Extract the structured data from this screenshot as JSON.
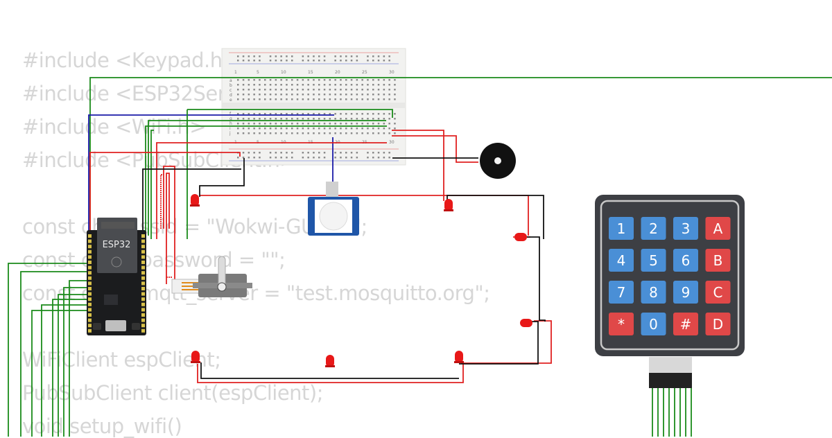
{
  "code_lines": [
    "#include <Keypad.h>",
    "#include <ESP32Servo.h>",
    "#include <WiFi.h>",
    "#include <PubSubClient.h>",
    "",
    "const char* ssid = \"Wokwi-GUEST\";",
    "const char* password = \"\";",
    "const char* mqtt_server = \"test.mosquitto.org\";",
    "",
    "WiFiClient espClient;",
    "PubSubClient client(espClient);",
    "void setup_wifi()"
  ],
  "esp32": {
    "label": "ESP32"
  },
  "breadboard": {
    "column_numbers": [
      "1",
      "5",
      "10",
      "15",
      "20",
      "25",
      "30"
    ],
    "row_letters_top": [
      "a",
      "b",
      "c",
      "d",
      "e"
    ],
    "row_letters_bottom": [
      "f",
      "g",
      "h",
      "i",
      "j"
    ]
  },
  "keypad": {
    "keys": [
      [
        "1",
        "2",
        "3",
        "A"
      ],
      [
        "4",
        "5",
        "6",
        "B"
      ],
      [
        "7",
        "8",
        "9",
        "C"
      ],
      [
        "*",
        "0",
        "#",
        "D"
      ]
    ]
  },
  "colors": {
    "wire_green": "#1a8a1a",
    "wire_red": "#e02020",
    "wire_black": "#111111",
    "wire_blue": "#1a1aa8",
    "key_blue": "#4a8fd6",
    "key_red": "#e04848",
    "keypad_body": "#3d3f44",
    "led_red": "#e81818"
  }
}
